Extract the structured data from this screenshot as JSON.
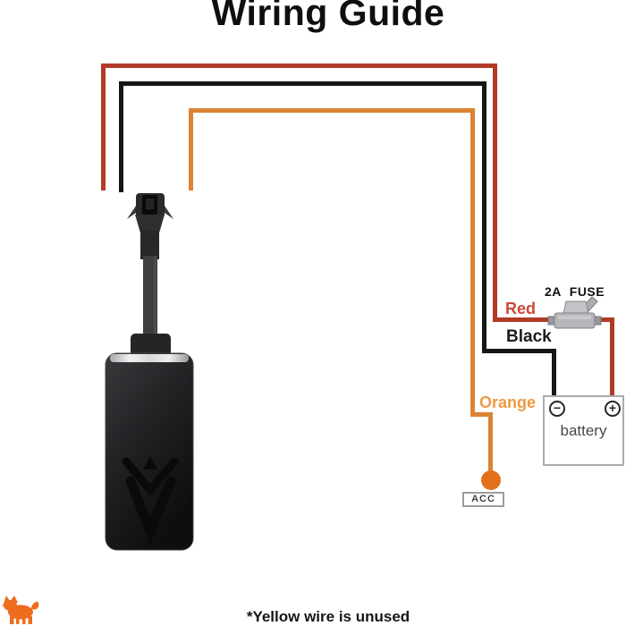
{
  "title": "Wiring Guide",
  "footnote": "*Yellow wire is unused",
  "wires": {
    "red": {
      "label": "Red",
      "color": "#b13a27",
      "label_color": "#cb4837"
    },
    "black": {
      "label": "Black",
      "color": "#161616",
      "label_color": "#1b1b1b"
    },
    "orange": {
      "label": "Orange",
      "color": "#dc8334",
      "label_color": "#ec9a45"
    }
  },
  "fuse": {
    "label": "2A FUSE"
  },
  "battery": {
    "label": "battery",
    "minus_symbol": "−",
    "plus_symbol": "+"
  },
  "acc": {
    "label": "ACC",
    "dot_color": "#e2701b"
  },
  "device": {
    "type": "gps-tracker"
  },
  "brand": {
    "logo": "orange-dog-logo",
    "color": "#ee6c1d"
  }
}
